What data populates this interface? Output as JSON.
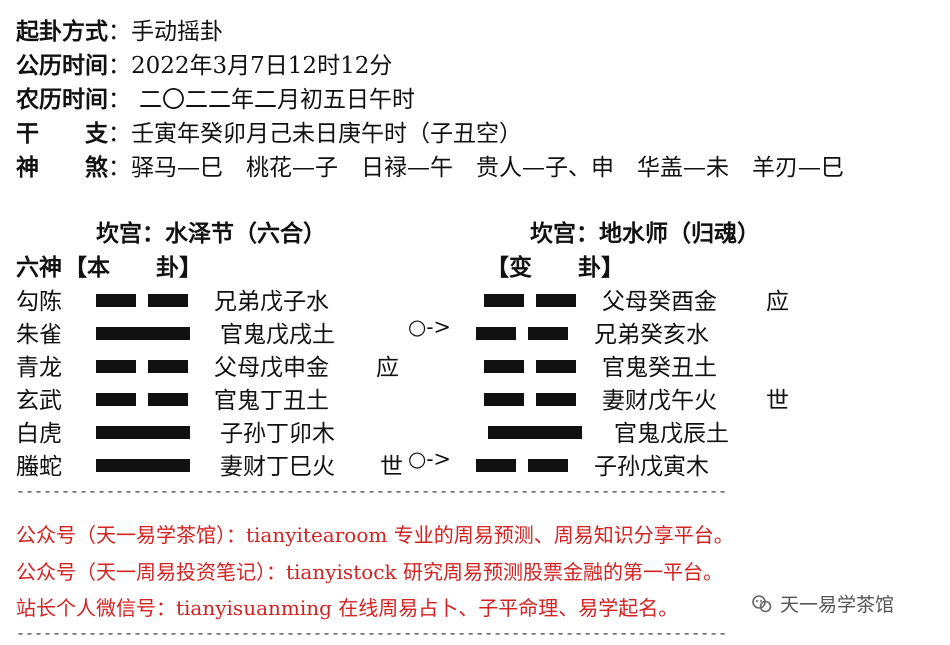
{
  "info": [
    {
      "label": "起卦方式",
      "colon": "：",
      "value": "手动摇卦"
    },
    {
      "label": "公历时间",
      "colon": "：",
      "value": "2022年3月7日12时12分"
    },
    {
      "label": "农历时间",
      "colon": "：",
      "value": "二〇二二年二月初五日午时"
    },
    {
      "label": "干　　支",
      "colon": "：",
      "value": "壬寅年癸卯月己未日庚午时（子丑空）"
    },
    {
      "label": "神　　煞",
      "colon": "：",
      "value": "驿马—巳　桃花—子　日禄—午　贵人—子、申　华盖—未　羊刃—巳"
    }
  ],
  "left_gua": {
    "title": "坎宫：水泽节（六合）",
    "header": "【本　　卦】"
  },
  "right_gua": {
    "title": "坎宫：地水师（归魂）",
    "header": "【变　　卦】"
  },
  "liushen_header": "六神",
  "lines": [
    {
      "shen": "勾陈",
      "ben_type": "yin",
      "ben_text": "兄弟戊子水",
      "ben_mark": "",
      "moving": "",
      "bian_type": "yin",
      "bian_text": "父母癸酉金",
      "bian_mark": "应"
    },
    {
      "shen": "朱雀",
      "ben_type": "yang",
      "ben_text": "官鬼戊戌土",
      "ben_mark": "",
      "moving": "○->",
      "bian_type": "yin",
      "bian_text": "兄弟癸亥水",
      "bian_mark": ""
    },
    {
      "shen": "青龙",
      "ben_type": "yin",
      "ben_text": "父母戊申金",
      "ben_mark": "应",
      "moving": "",
      "bian_type": "yin",
      "bian_text": "官鬼癸丑土",
      "bian_mark": ""
    },
    {
      "shen": "玄武",
      "ben_type": "yin",
      "ben_text": "官鬼丁丑土",
      "ben_mark": "",
      "moving": "",
      "bian_type": "yin",
      "bian_text": "妻财戊午火",
      "bian_mark": "世"
    },
    {
      "shen": "白虎",
      "ben_type": "yang",
      "ben_text": "子孙丁卯木",
      "ben_mark": "",
      "moving": "",
      "bian_type": "yang",
      "bian_text": "官鬼戊辰土",
      "bian_mark": ""
    },
    {
      "shen": "螣蛇",
      "ben_type": "yang",
      "ben_text": "妻财丁巳火",
      "ben_mark": "世",
      "moving": "○->",
      "bian_type": "yin",
      "bian_text": "子孙戊寅木",
      "bian_mark": ""
    }
  ],
  "separator": "--------------------------------------------------------------------------------------------------------",
  "promo": [
    "公众号（天一易学茶馆）：tianyitearoom 专业的周易预测、周易知识分享平台。",
    "公众号（天一周易投资笔记）：tianyistock 研究周易预测股票金融的第一平台。",
    "站长个人微信号：tianyisuanming 在线周易占卜、子平命理、易学起名。"
  ],
  "watermark": "天一易学茶馆",
  "colors": {
    "text": "#111111",
    "promo": "#d32222"
  }
}
